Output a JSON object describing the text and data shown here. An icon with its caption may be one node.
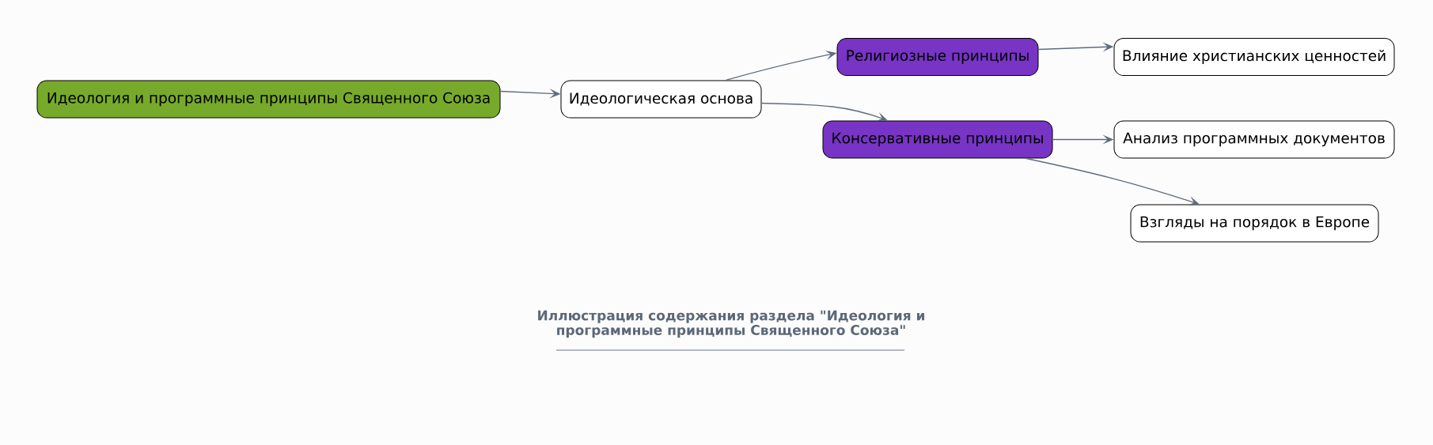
{
  "diagram": {
    "caption": "Иллюстрация содержания раздела \"Идеология и программные принципы Священного Союза\"",
    "nodes": [
      {
        "text": [
          "Идеология и программные принципы Священного Союза"
        ]
      },
      {
        "text": [
          "Идеологическая основа"
        ]
      },
      {
        "text": [
          "Религиозные принципы"
        ]
      },
      {
        "text": [
          "Консервативные принципы"
        ]
      },
      {
        "text": [
          "Влияние христианских ценностей"
        ]
      },
      {
        "text": [
          "Анализ программных документов"
        ]
      },
      {
        "text": [
          "Взгляды на порядок в Европе"
        ]
      }
    ],
    "edges": [
      {
        "from": 0,
        "to": 1,
        "arrow": "to"
      },
      {
        "from": 1,
        "to": 2,
        "arrow": "to"
      },
      {
        "from": 1,
        "to": 3,
        "arrow": "to"
      },
      {
        "from": 2,
        "to": 4,
        "arrow": "to"
      },
      {
        "from": 3,
        "to": 5,
        "arrow": "to"
      },
      {
        "from": 3,
        "to": 6,
        "arrow": "to"
      }
    ]
  }
}
